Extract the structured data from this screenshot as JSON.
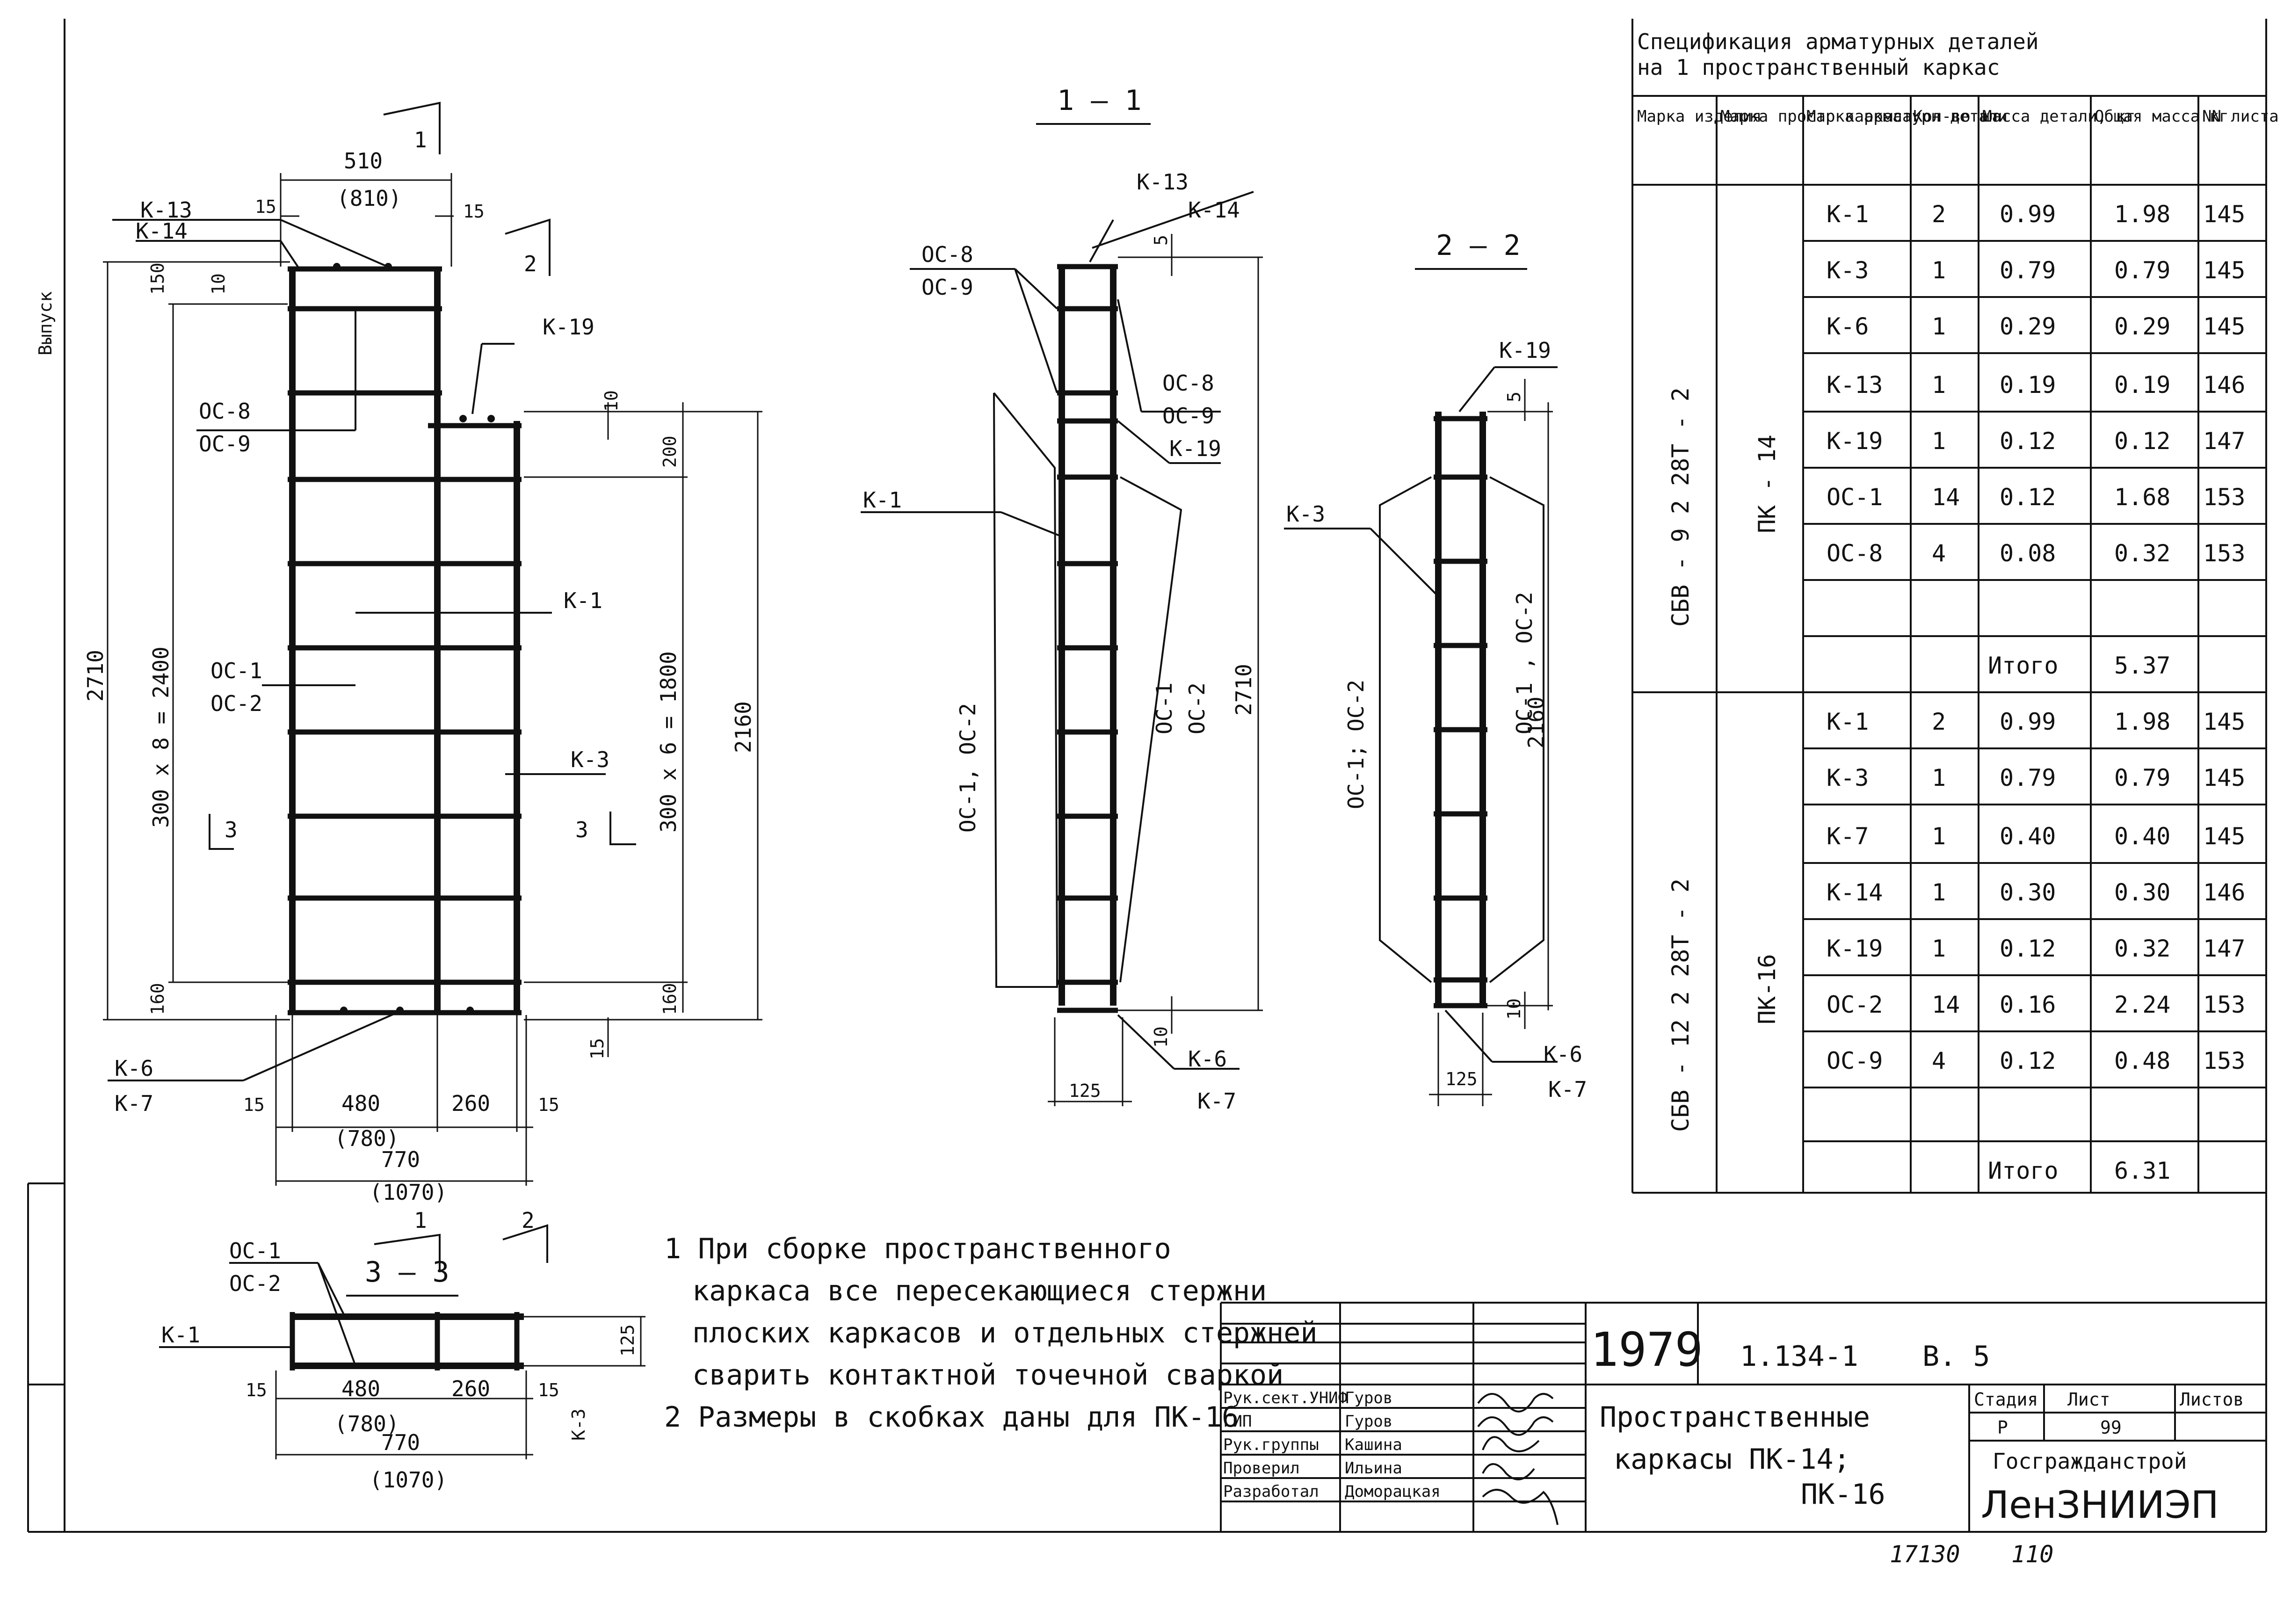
{
  "margin_label": "Выпуск",
  "spec": {
    "title_line1": "Спецификация арматурных деталей",
    "title_line2": "на 1 пространственный каркас",
    "headers": [
      "Марка изделия",
      "Марка простр каркаса",
      "Марка арматурн детали",
      "Кол-во шт",
      "Масса детали, кг",
      "Общая масса кг",
      "NN листа"
    ],
    "groups": [
      {
        "product": "СБВ - 9 2 28Т - 2",
        "frame": "ПК - 14",
        "rows": [
          [
            "К-1",
            "2",
            "0.99",
            "1.98",
            "145"
          ],
          [
            "К-3",
            "1",
            "0.79",
            "0.79",
            "145"
          ],
          [
            "К-6",
            "1",
            "0.29",
            "0.29",
            "145"
          ],
          [
            "К-13",
            "1",
            "0.19",
            "0.19",
            "146"
          ],
          [
            "К-19",
            "1",
            "0.12",
            "0.12",
            "147"
          ],
          [
            "ОС-1",
            "14",
            "0.12",
            "1.68",
            "153"
          ],
          [
            "ОС-8",
            "4",
            "0.08",
            "0.32",
            "153"
          ],
          [
            "",
            "",
            "",
            "",
            ""
          ]
        ],
        "total_label": "Итого",
        "total": "5.37"
      },
      {
        "product": "СБВ - 12 2 28Т - 2",
        "frame": "ПК-16",
        "rows": [
          [
            "К-1",
            "2",
            "0.99",
            "1.98",
            "145"
          ],
          [
            "К-3",
            "1",
            "0.79",
            "0.79",
            "145"
          ],
          [
            "К-7",
            "1",
            "0.40",
            "0.40",
            "145"
          ],
          [
            "К-14",
            "1",
            "0.30",
            "0.30",
            "146"
          ],
          [
            "К-19",
            "1",
            "0.12",
            "0.32",
            "147"
          ],
          [
            "ОС-2",
            "14",
            "0.16",
            "2.24",
            "153"
          ],
          [
            "ОС-9",
            "4",
            "0.12",
            "0.48",
            "153"
          ],
          [
            "",
            "",
            "",
            "",
            ""
          ]
        ],
        "total_label": "Итого",
        "total": "6.31"
      }
    ]
  },
  "main_view": {
    "labels": {
      "k13": "К-13",
      "k14": "К-14",
      "k19": "К-19",
      "oc8": "ОС-8",
      "oc9": "ОС-9",
      "oc1": "ОС-1",
      "oc2": "ОС-2",
      "k1": "К-1",
      "k3": "К-3",
      "k6": "К-6",
      "k7": "К-7"
    },
    "dims": {
      "d510": "510",
      "d810": "(810)",
      "d15a": "15",
      "d15b": "15",
      "d150": "150",
      "d10a": "10",
      "d10b": "10",
      "d200": "200",
      "d2710": "2710",
      "d300x8": "300 x 8 = 2400",
      "d300x6": "300 x 6 = 1800",
      "d2160": "2160",
      "d160a": "160",
      "d160b": "160",
      "d15c": "15",
      "d15d": "15",
      "d480": "480",
      "d780": "(780)",
      "d260": "260",
      "d15e": "15",
      "d770": "770",
      "d1070": "(1070)"
    },
    "cut_marks": {
      "c1": "1",
      "c2": "2",
      "c3": "3",
      "c3b": "3"
    }
  },
  "section_1_1": {
    "title": "1 — 1",
    "labels": {
      "k13": "К-13",
      "k14": "К-14",
      "oc8": "ОС-8",
      "oc9": "ОС-9",
      "oc8b": "ОС-8",
      "oc9b": "ОС-9",
      "k19": "К-19",
      "k1": "К-1",
      "oc12": "ОС-1, ОС-2",
      "oc1": "ОС-1",
      "oc2": "ОС-2",
      "k6": "К-6",
      "k7": "К-7"
    },
    "dims": {
      "d5": "5",
      "d2710": "2710",
      "d10": "10",
      "d125": "125"
    }
  },
  "section_2_2": {
    "title": "2 — 2",
    "labels": {
      "k19": "К-19",
      "k3": "К-3",
      "oc12l": "ОС-1; ОС-2",
      "oc12r": "ОС-1 , ОС-2",
      "k6": "К-6",
      "k7": "К-7"
    },
    "dims": {
      "d5": "5",
      "d2160": "2160",
      "d10": "10",
      "d125": "125"
    }
  },
  "section_3_3": {
    "title": "3 — 3",
    "labels": {
      "oc1": "ОС-1",
      "oc2": "ОС-2",
      "k1": "К-1",
      "k3": "К-3"
    },
    "dims": {
      "d15a": "15",
      "d480": "480",
      "d780": "(780)",
      "d260": "260",
      "d15b": "15",
      "d770": "770",
      "d1070": "(1070)",
      "d125": "125"
    },
    "cut_marks": {
      "c1": "1",
      "c2": "2"
    }
  },
  "notes": [
    "1 При сборке пространственного",
    "каркаса все пересекающиеся стержни",
    "плоских каркасов и отдельных стержней",
    "сварить контактной точечной сваркой",
    "2 Размеры в скобках даны для ПК-16"
  ],
  "title_block": {
    "year": "1979",
    "series": "1.134-1",
    "issue": "В. 5",
    "title_line1": "Пространственные",
    "title_line2": "каркасы ПК-14;",
    "title_line3": "ПК-16",
    "stage_h": "Стадия",
    "sheet_h": "Лист",
    "sheets_h": "Листов",
    "stage": "Р",
    "sheet": "99",
    "sheets": "",
    "org1": "Госгражданстрой",
    "org2": "ЛенЗНИИЭП",
    "signers": [
      [
        "Рук.сект.УНИФ",
        "Гуров"
      ],
      [
        "ГИП",
        "Гуров"
      ],
      [
        "Рук.группы",
        "Кашина"
      ],
      [
        "Проверил",
        "Ильина"
      ],
      [
        "Разработал",
        "Доморацкая"
      ]
    ]
  },
  "footer": {
    "code": "17130",
    "num": "110"
  }
}
